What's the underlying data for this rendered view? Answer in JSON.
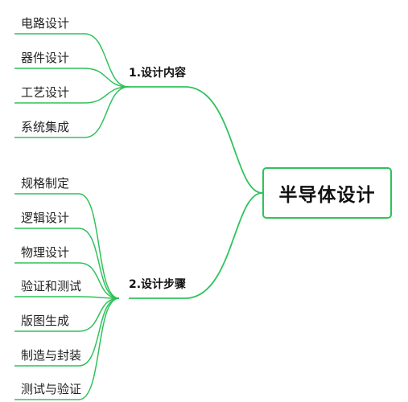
{
  "root": {
    "label": "半导体设计"
  },
  "branches": [
    {
      "label": "1.设计内容",
      "children": [
        "电路设计",
        "器件设计",
        "工艺设计",
        "系统集成"
      ]
    },
    {
      "label": "2.设计步骤",
      "children": [
        "规格制定",
        "逻辑设计",
        "物理设计",
        "验证和测试",
        "版图生成",
        "制造与封装",
        "测试与验证"
      ]
    }
  ],
  "colors": {
    "line": "#2fc25b",
    "text": "#222222",
    "background": "#ffffff"
  }
}
